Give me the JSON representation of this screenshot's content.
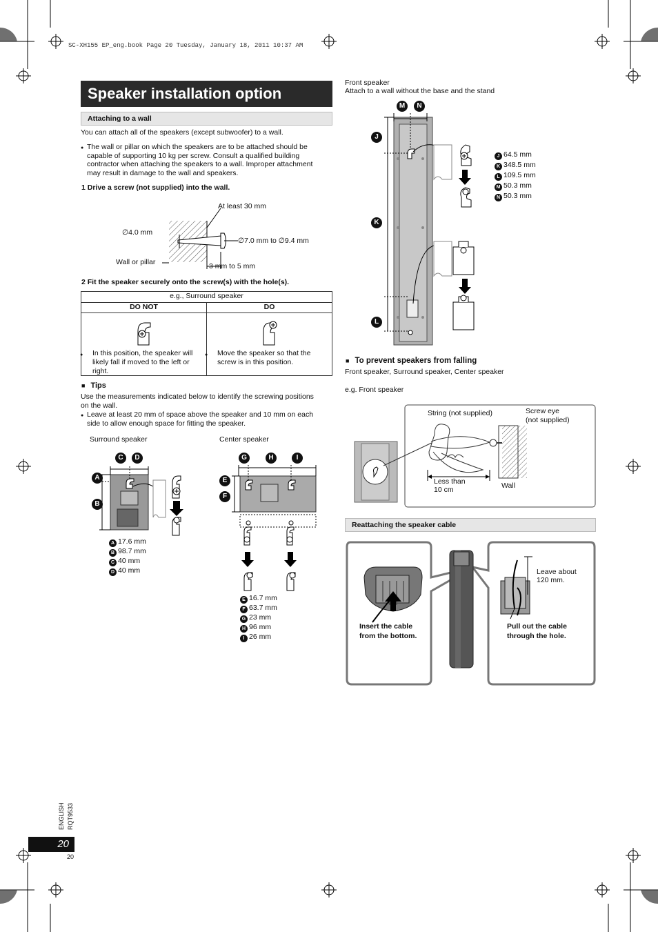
{
  "header_line": "SC-XH155 EP_eng.book  Page 20  Tuesday, January 18, 2011  10:37 AM",
  "title": "Speaker installation option",
  "wall_section": {
    "heading": "Attaching to a wall",
    "intro": "You can attach all of the speakers (except subwoofer) to a wall.",
    "bullet_lines": [
      "The wall or pillar on which the speakers are to be attached should be",
      "capable of supporting 10 kg per screw. Consult a qualified building",
      "contractor when attaching the speakers to a wall. Improper attachment",
      "may result in damage to the wall and speakers."
    ],
    "step1": "1   Drive a screw (not supplied) into the wall.",
    "screw_labels": {
      "at_least": "At least 30 mm",
      "diameter_small": "∅4.0 mm",
      "diameter_range": "∅7.0 mm to ∅9.4 mm",
      "wall_or_pillar": "Wall or pillar",
      "depth": "3 mm to 5 mm"
    },
    "step2": "2   Fit the speaker securely onto the screw(s) with the hole(s).",
    "table": {
      "caption": "e.g., Surround speaker",
      "col_donot": "DO NOT",
      "col_do": "DO",
      "donot_lines": [
        "In this position, the speaker will",
        "likely fall if moved to the left or",
        "right."
      ],
      "do_lines": [
        "Move the speaker so that the",
        "screw is in this position."
      ]
    }
  },
  "tips": {
    "heading": "Tips",
    "text_lines": [
      "Use the measurements indicated below to identify the screwing positions",
      "on the wall."
    ],
    "bullet_lines": [
      "Leave at least 20 mm of space above the speaker and 10 mm on each",
      "side to allow enough space for fitting the speaker."
    ],
    "surround_label": "Surround speaker",
    "center_label": "Center speaker",
    "surround_measurements": [
      {
        "id": "A",
        "value": "17.6 mm"
      },
      {
        "id": "B",
        "value": "98.7 mm"
      },
      {
        "id": "C",
        "value": "40 mm"
      },
      {
        "id": "D",
        "value": "40 mm"
      }
    ],
    "center_measurements": [
      {
        "id": "E",
        "value": "16.7 mm"
      },
      {
        "id": "F",
        "value": "63.7 mm"
      },
      {
        "id": "G",
        "value": "23 mm"
      },
      {
        "id": "H",
        "value": "96 mm"
      },
      {
        "id": "I",
        "value": "26 mm"
      }
    ]
  },
  "front": {
    "label": "Front speaker",
    "sub": "Attach to a wall without the base and the stand",
    "measurements": [
      {
        "id": "J",
        "value": "64.5 mm"
      },
      {
        "id": "K",
        "value": "348.5 mm"
      },
      {
        "id": "L",
        "value": "109.5 mm"
      },
      {
        "id": "M",
        "value": "50.3 mm"
      },
      {
        "id": "N",
        "value": "50.3 mm"
      }
    ]
  },
  "prevent": {
    "heading": "To prevent speakers from falling",
    "sub": "Front speaker, Surround speaker, Center speaker",
    "eg": "e.g. Front speaker",
    "string": "String (not supplied)",
    "screw_eye_1": "Screw eye",
    "screw_eye_2": "(not supplied)",
    "less_than_1": "Less than",
    "less_than_2": "10 cm",
    "wall": "Wall"
  },
  "reattach": {
    "heading": "Reattaching the speaker cable",
    "insert_1": "Insert the cable",
    "insert_2": "from the bottom.",
    "pull_1": "Pull out the cable",
    "pull_2": "through the hole.",
    "leave_1": "Leave about",
    "leave_2": "120 mm."
  },
  "footer": {
    "language": "ENGLISH",
    "code": "RQT9533",
    "page_number": "20",
    "page_small": "20"
  }
}
